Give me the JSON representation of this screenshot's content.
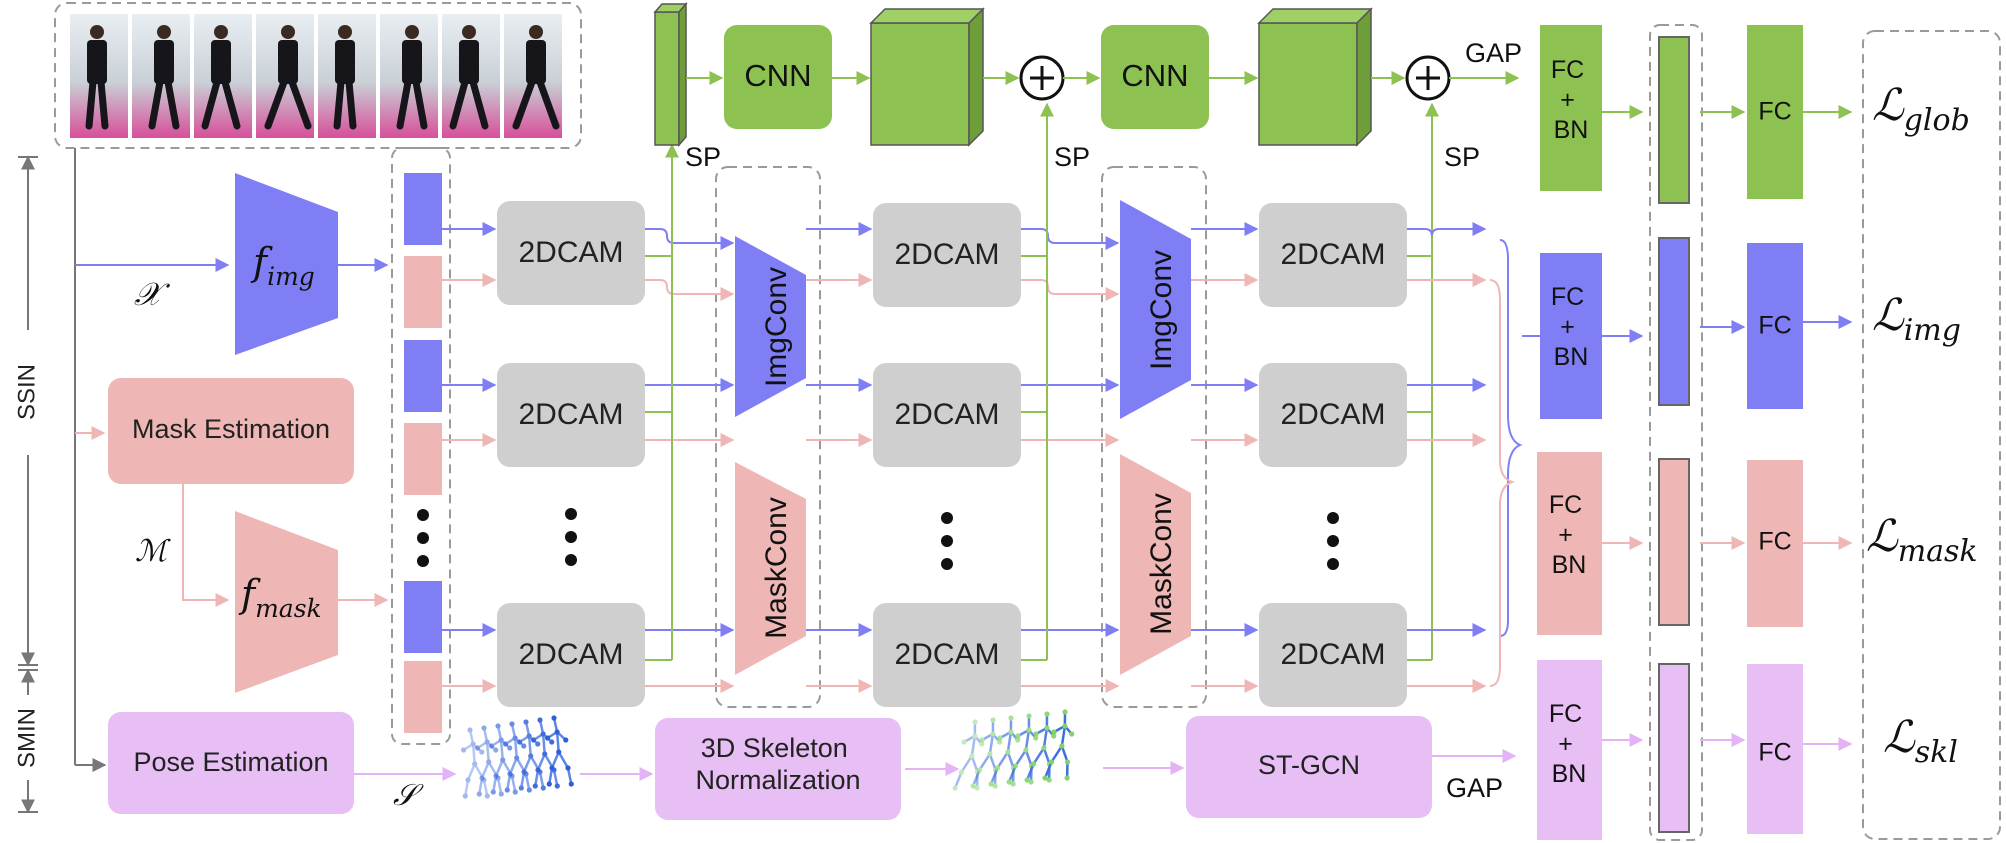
{
  "images": {
    "frames": [
      "",
      "",
      "",
      "",
      "",
      "",
      "",
      ""
    ]
  },
  "labels": {
    "cnn": "CNN",
    "sp": "SP",
    "gap": "GAP",
    "fc": "FC",
    "bn": "BN",
    "plus": "+",
    "cam": "2DCAM",
    "img_conv": "ImgConv",
    "mask_conv": "MaskConv",
    "mask_estimation": "Mask Estimation",
    "pose_estimation": "Pose Estimation",
    "skeleton_norm_line1": "3D Skeleton",
    "skeleton_norm_line2": "Normalization",
    "stgcn": "ST-GCN",
    "ssin": "SSIN",
    "smin": "SMIN",
    "f_img_main": "f",
    "f_img_sub": "img",
    "f_mask_main": "f",
    "f_mask_sub": "mask",
    "sym_x": "𝒳",
    "sym_m": "ℳ",
    "sym_s": "𝒮"
  },
  "losses": {
    "glob": {
      "main": "ℒ",
      "sub": "glob"
    },
    "img": {
      "main": "ℒ",
      "sub": "img"
    },
    "mask": {
      "main": "ℒ",
      "sub": "mask"
    },
    "skl": {
      "main": "ℒ",
      "sub": "skl"
    }
  },
  "colors": {
    "green": "#8dc152",
    "green_dark": "#76a83e",
    "blue": "#7f7ef5",
    "pink": "#eeb7b5",
    "purple": "#e7bff4",
    "gray_box": "#cfcfcf",
    "dash": "#9a9a9a",
    "arrow_green": "#8dc152",
    "arrow_blue": "#7f7ef5",
    "arrow_pink": "#eeb7b5",
    "arrow_purple": "#e3b3f5"
  }
}
